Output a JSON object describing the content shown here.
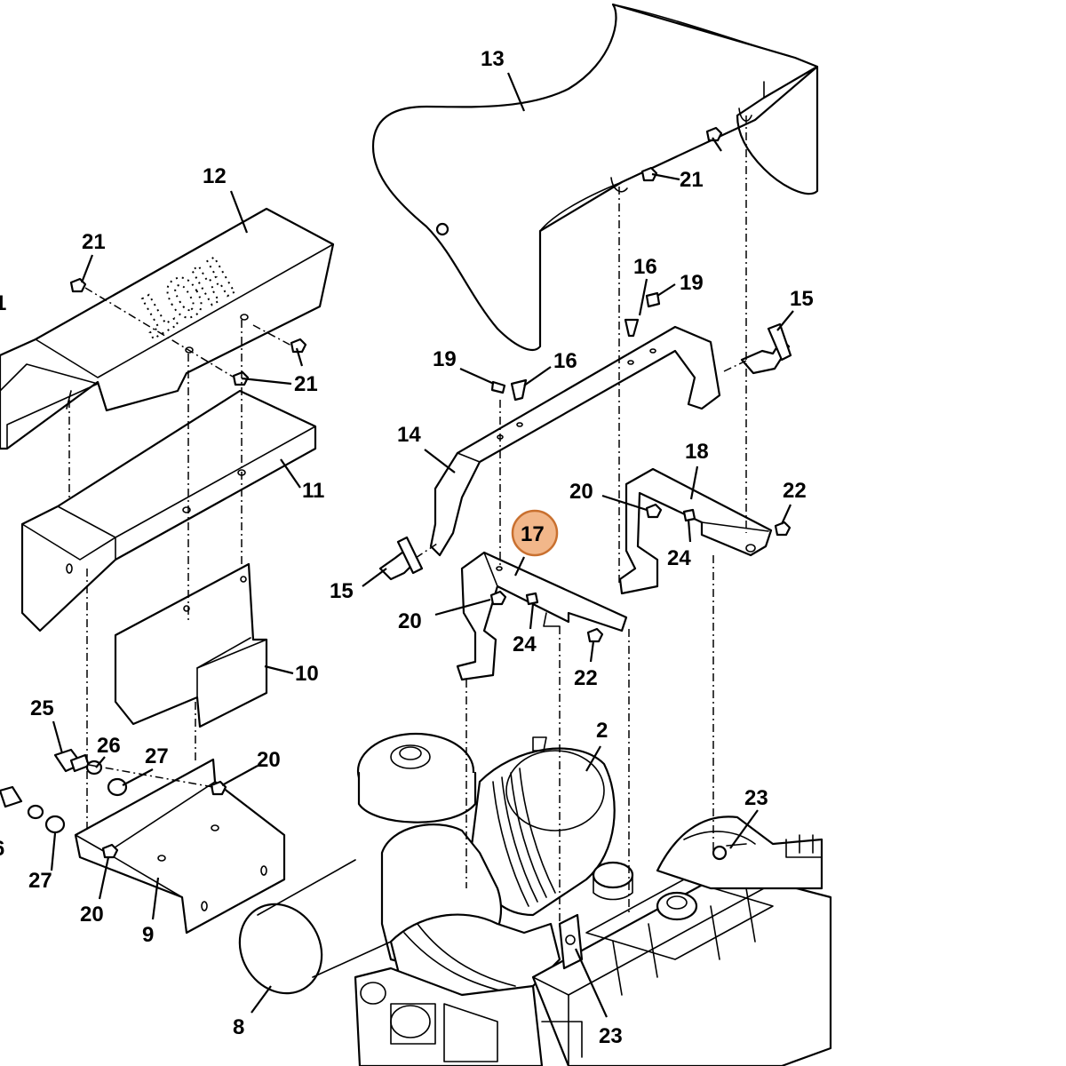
{
  "callouts": {
    "c1": "1",
    "c2": "2",
    "c6": "6",
    "c8": "8",
    "c9": "9",
    "c10": "10",
    "c11": "11",
    "c12": "12",
    "c13": "13",
    "c14": "14",
    "c15a": "15",
    "c15b": "15",
    "c16a": "16",
    "c16b": "16",
    "c17": "17",
    "c18": "18",
    "c19a": "19",
    "c19b": "19",
    "c20a": "20",
    "c20b": "20",
    "c20c": "20",
    "c20d": "20",
    "c21a": "21",
    "c21b": "21",
    "c21c": "21",
    "c22a": "22",
    "c22b": "22",
    "c23a": "23",
    "c23b": "23",
    "c24a": "24",
    "c24b": "24",
    "c25": "25",
    "c26": "26",
    "c27a": "27",
    "c27b": "27"
  },
  "heat_shield_text": "HOT",
  "highlighted_callout": "17",
  "colors": {
    "highlight_fill": "#f2b78a",
    "highlight_stroke": "#c9702f",
    "line": "#000000"
  }
}
